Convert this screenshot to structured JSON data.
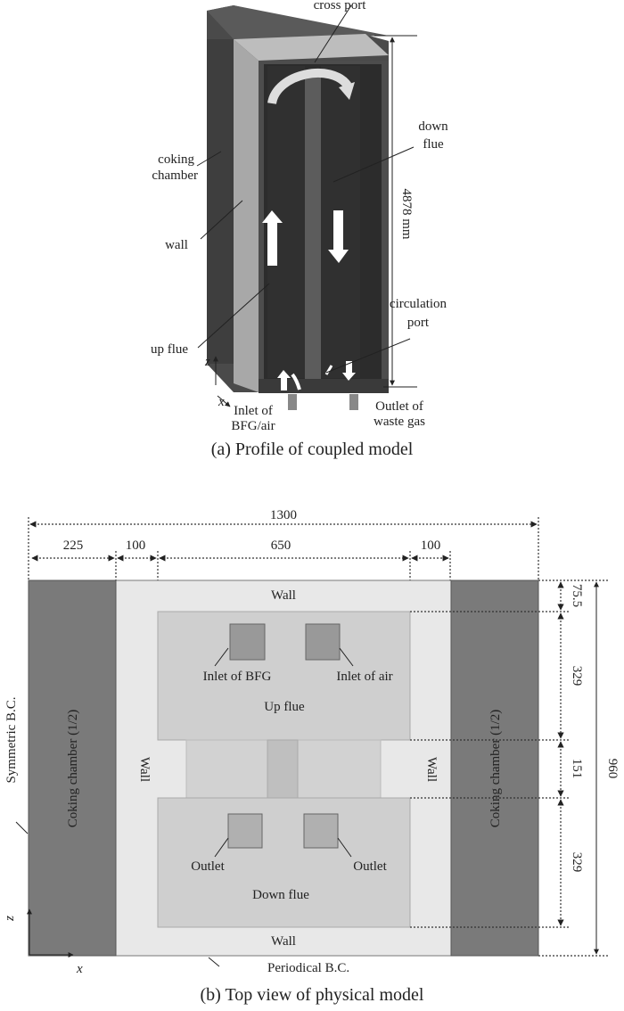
{
  "panel_a": {
    "caption": "(a) Profile of coupled model",
    "labels": {
      "cross_port": "cross port",
      "coking_chamber_1": "coking",
      "coking_chamber_2": "chamber",
      "down_flue_1": "down",
      "down_flue_2": "flue",
      "wall": "wall",
      "height": "4878 mm",
      "up_flue": "up flue",
      "circulation_port_1": "circulation",
      "circulation_port_2": "port",
      "axis_z": "z",
      "axis_x": "x",
      "inlet_1": "Inlet of",
      "inlet_2": "BFG/air",
      "outlet_1": "Outlet of",
      "outlet_2": "waste gas"
    }
  },
  "panel_b": {
    "caption": "(b) Top view of physical model",
    "dims": {
      "total_width": "1300",
      "w_coking": "225",
      "w_wall_left": "100",
      "w_flue": "650",
      "w_wall_right": "100",
      "h_wall_top": "75.5",
      "h_up_flue": "329",
      "h_middle": "151",
      "h_down_flue": "329",
      "total_height": "960"
    },
    "labels": {
      "wall_top": "Wall",
      "wall_bottom": "Wall",
      "wall_left": "Wall",
      "wall_right": "Wall",
      "inlet_bfg": "Inlet of BFG",
      "inlet_air": "Inlet of air",
      "up_flue": "Up flue",
      "outlet_left": "Outlet",
      "outlet_right": "Outlet",
      "down_flue": "Down flue",
      "coking_left": "Coking chamber  (1/2)",
      "coking_right": "Coking chamber  (1/2)",
      "symmetric_bc": "Symmetric B.C.",
      "periodical_bc": "Periodical B.C.",
      "axis_x": "x",
      "axis_z": "z"
    }
  }
}
